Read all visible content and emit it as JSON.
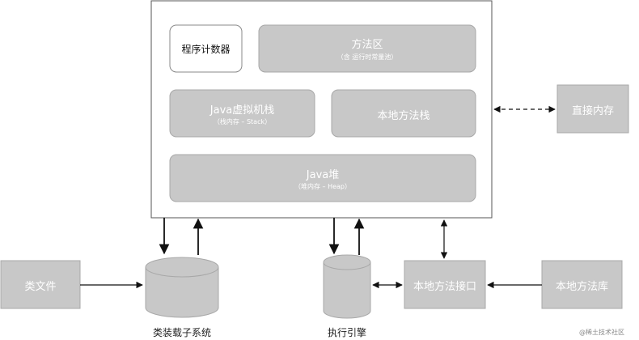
{
  "runtime_area": {
    "pc_register": "程序计数器",
    "method_area": {
      "title": "方法区",
      "subtitle": "（含 运行时常量池）"
    },
    "jvm_stack": {
      "title": "Java虚拟机栈",
      "subtitle": "（栈内存 – Stack）"
    },
    "native_stack": {
      "title": "本地方法栈"
    },
    "heap": {
      "title": "Java堆",
      "subtitle": "（堆内存 – Heap）"
    }
  },
  "direct_memory": "直接内存",
  "class_file": "类文件",
  "class_loader": "类装载子系统",
  "execution_engine": "执行引擎",
  "native_interface": "本地方法接口",
  "native_library": "本地方法库",
  "watermark": "@稀土技术社区",
  "colors": {
    "box_fill": "#c8c8c8",
    "box_stroke": "#a8a8a8",
    "frame_stroke": "#555555",
    "arrow": "#111111"
  }
}
